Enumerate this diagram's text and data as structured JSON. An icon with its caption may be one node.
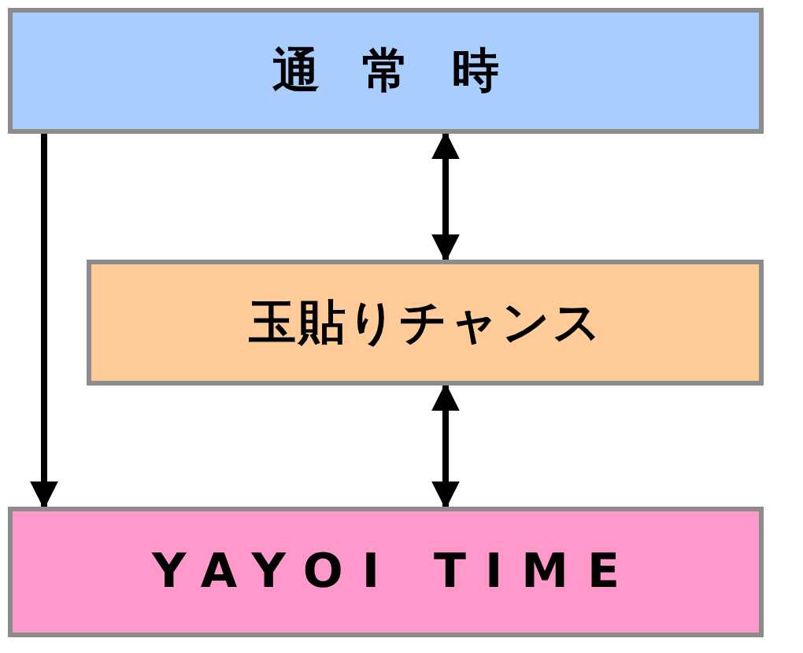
{
  "diagram": {
    "nodes": [
      {
        "text": [
          "通常時"
        ]
      },
      {
        "text": [
          "玉貼りチャンス"
        ]
      },
      {
        "text": [
          "YAYOI TIME"
        ]
      }
    ],
    "edges": [
      {
        "from": 0,
        "to": 2,
        "arrow": "to"
      },
      {
        "from": 0,
        "to": 1,
        "arrow": "both"
      },
      {
        "from": 1,
        "to": 2,
        "arrow": "both"
      }
    ]
  }
}
